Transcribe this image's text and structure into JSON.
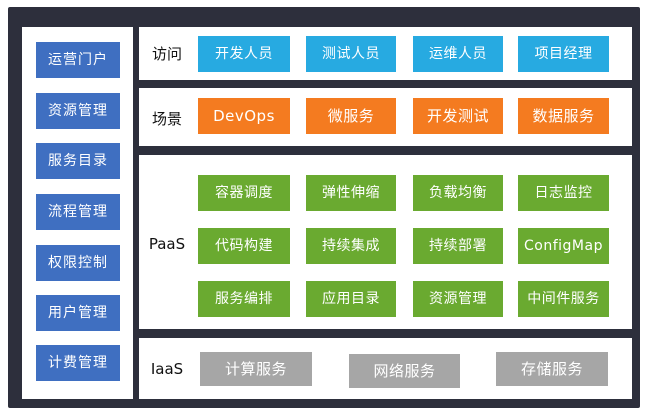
{
  "sidebar": {
    "items": [
      {
        "label": "运营门户"
      },
      {
        "label": "资源管理"
      },
      {
        "label": "服务目录"
      },
      {
        "label": "流程管理"
      },
      {
        "label": "权限控制"
      },
      {
        "label": "用户管理"
      },
      {
        "label": "计费管理"
      }
    ]
  },
  "layers": {
    "access": {
      "label": "访问",
      "items": [
        "开发人员",
        "测试人员",
        "运维人员",
        "项目经理"
      ]
    },
    "scenario": {
      "label": "场景",
      "items": [
        "DevOps",
        "微服务",
        "开发测试",
        "数据服务"
      ]
    },
    "paas": {
      "label": "PaaS",
      "items": [
        "容器调度",
        "弹性伸缩",
        "负载均衡",
        "日志监控",
        "代码构建",
        "持续集成",
        "持续部署",
        "ConfigMap",
        "服务编排",
        "应用目录",
        "资源管理",
        "中间件服务"
      ]
    },
    "iaas": {
      "label": "IaaS",
      "items": [
        "计算服务",
        "网络服务",
        "存储服务"
      ]
    }
  },
  "colors": {
    "frame": "#2d2f3c",
    "sidebar_button": "#3f6fc1",
    "access": "#27aae1",
    "scenario": "#f47b20",
    "paas": "#6aaa30",
    "iaas": "#a6a6a6"
  }
}
